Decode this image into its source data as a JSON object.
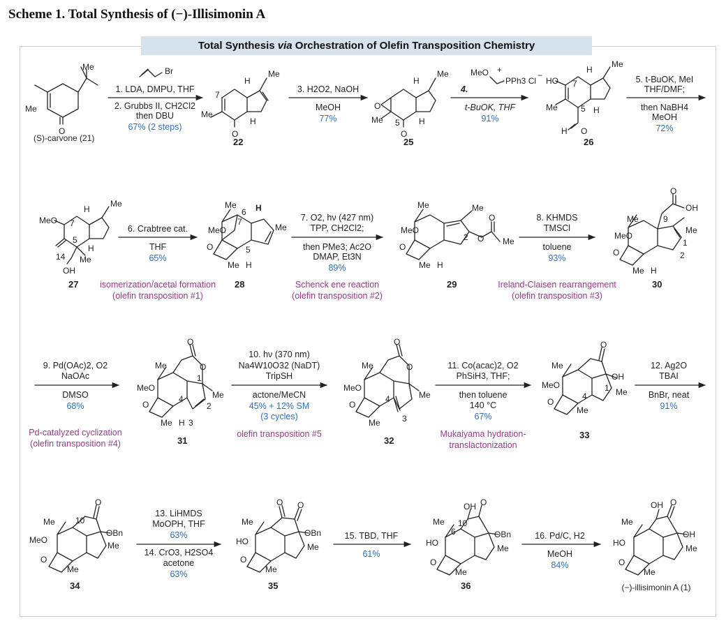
{
  "scheme_title": "Scheme 1. Total Synthesis of (−)-Illisimonin A",
  "banner_title_pre": "Total Synthesis ",
  "banner_title_via": "via",
  "banner_title_post": " Orchestration of Olefin Transposition Chemistry",
  "compounds": {
    "c21": "(S)-carvone (21)",
    "c22": "22",
    "c25": "25",
    "c26": "26",
    "c27": "27",
    "c28": "28",
    "c29": "29",
    "c30": "30",
    "c31": "31",
    "c32": "32",
    "c33": "33",
    "c34": "34",
    "c35": "35",
    "c36": "36",
    "c1": "(−)-illisimonin A (1)"
  },
  "steps": {
    "s1_above": "1. LDA, DMPU, THF",
    "s1_below_a": "2. Grubbs II, CH2Cl2",
    "s1_below_b": "then DBU",
    "s1_yield": "67% (2 steps)",
    "s3_above": "3. H2O2, NaOH",
    "s3_below": "MeOH",
    "s3_yield": "77%",
    "s4_above": "4.",
    "s4_below": "t-BuOK, THF",
    "s4_yield": "91%",
    "s5_above_a": "5. t-BuOK, MeI",
    "s5_above_b": "THF/DMF;",
    "s5_below_a": "then NaBH4",
    "s5_below_b": "MeOH",
    "s5_yield": "72%",
    "s6_above": "6. Crabtree cat.",
    "s6_below": "THF",
    "s6_yield": "65%",
    "s7_above_a": "7. O2, hν (427 nm)",
    "s7_above_b": "TPP, CH2Cl2;",
    "s7_below_a": "then PMe3; Ac2O",
    "s7_below_b": "DMAP, Et3N",
    "s7_yield": "89%",
    "s8_above_a": "8. KHMDS",
    "s8_above_b": "TMSCl",
    "s8_below": "toluene",
    "s8_yield": "93%",
    "s9_above_a": "9. Pd(OAc)2, O2",
    "s9_above_b": "NaOAc",
    "s9_below": "DMSO",
    "s9_yield": "68%",
    "s10_above_a": "10. hν (370 nm)",
    "s10_above_b": "Na4W10O32 (NaDT)",
    "s10_above_c": "TripSH",
    "s10_below": "actone/MeCN",
    "s10_yield_a": "45% + 12% SM",
    "s10_yield_b": "(3 cycles)",
    "s11_above_a": "11. Co(acac)2, O2",
    "s11_above_b": "PhSiH3, THF;",
    "s11_below_a": "then toluene",
    "s11_below_b": "140 °C",
    "s11_yield": "67%",
    "s12_above_a": "12. Ag2O",
    "s12_above_b": "TBAI",
    "s12_below": "BnBr, neat",
    "s12_yield": "91%",
    "s13_above_a": "13. LiHMDS",
    "s13_above_b": "MoOPH, THF",
    "s13_yield_a": "63%",
    "s14_below_a": "14. CrO3, H2SO4",
    "s14_below_b": "acetone",
    "s14_yield": "63%",
    "s15_above": "15. TBD, THF",
    "s15_yield": "61%",
    "s16_above": "16. Pd/C, H2",
    "s16_below": "MeOH",
    "s16_yield": "84%"
  },
  "notes": {
    "n1_a": "isomerization/acetal formation",
    "n1_b": "(olefin transposition #1)",
    "n2_a": "Schenck ene reaction",
    "n2_b": "(olefin transposition #2)",
    "n3_a": "Ireland-Claisen rearrangement",
    "n3_b": "(olefin transposition #3)",
    "n4_a": "Pd-catalyzed cyclization",
    "n4_b": "(olefin transposition #4)",
    "n5": "olefin transposition #5",
    "n6_a": "Mukaiyama hydration-",
    "n6_b": "translactonization"
  },
  "reagent4": {
    "meo": "MeO",
    "pph3": "PPh3 Cl",
    "plus": "+",
    "minus": "−"
  },
  "atoms": {
    "Me": "Me",
    "O": "O",
    "H": "H",
    "OH": "OH",
    "HO": "HO",
    "MeO": "MeO",
    "OBn": "OBn",
    "Br": "Br",
    "n1": "1",
    "n2": "2",
    "n3": "3",
    "n4": "4",
    "n5": "5",
    "n6": "6",
    "n7": "7",
    "n9": "9",
    "n10": "10",
    "n14": "14"
  },
  "colors": {
    "yield": "#2f6fb8",
    "note": "#9a3a8c",
    "banner": "#d6e3ef"
  }
}
